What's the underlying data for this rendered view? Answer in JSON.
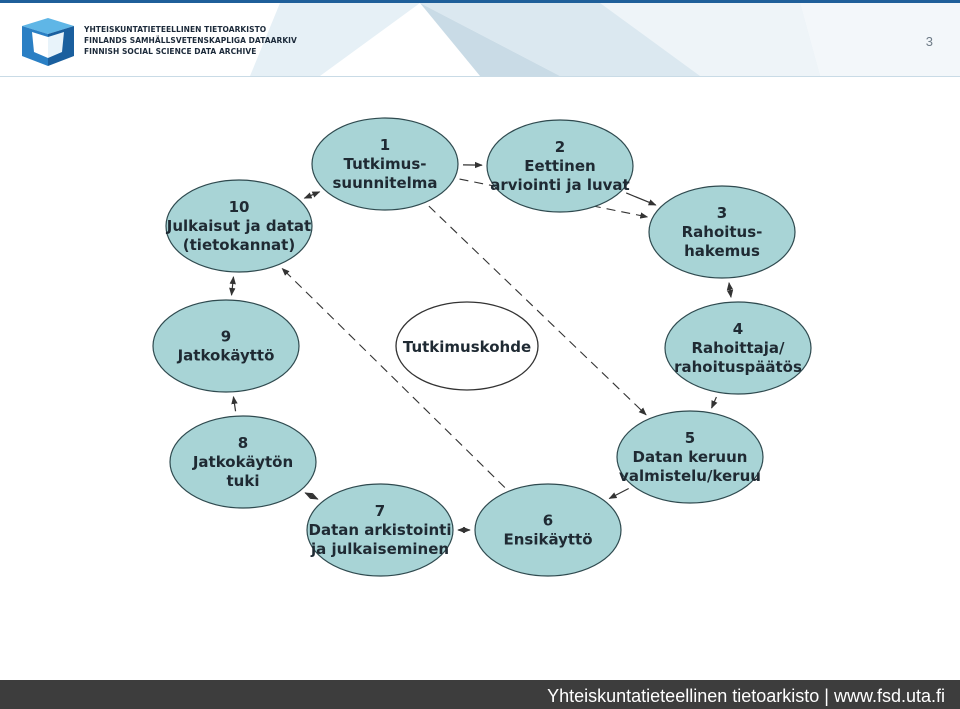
{
  "header": {
    "org_names": [
      "YHTEISKUNTATIETEELLINEN TIETOARKISTO",
      "FINLANDS SAMHÄLLSVETENSKAPLIGA DATAARKIV",
      "FINNISH SOCIAL SCIENCE DATA ARCHIVE"
    ],
    "page_number": "3",
    "logo_icon": "fsd-cube-logo-icon"
  },
  "diagram": {
    "center": {
      "label": "Tutkimuskohde"
    },
    "nodes": [
      {
        "id": 1,
        "number": "1",
        "lines": [
          "Tutkimus-",
          "suunnitelma"
        ]
      },
      {
        "id": 2,
        "number": "2",
        "lines": [
          "Eettinen",
          "arviointi ja luvat"
        ]
      },
      {
        "id": 3,
        "number": "3",
        "lines": [
          "Rahoitus-",
          "hakemus"
        ]
      },
      {
        "id": 4,
        "number": "4",
        "lines": [
          "Rahoittaja/",
          "rahoituspäätös"
        ]
      },
      {
        "id": 5,
        "number": "5",
        "lines": [
          "Datan keruun",
          "valmistelu/keruu"
        ]
      },
      {
        "id": 6,
        "number": "6",
        "lines": [
          "Ensikäyttö"
        ]
      },
      {
        "id": 7,
        "number": "7",
        "lines": [
          "Datan arkistointi",
          "ja julkaiseminen"
        ]
      },
      {
        "id": 8,
        "number": "8",
        "lines": [
          "Jatkokäytön",
          "tuki"
        ]
      },
      {
        "id": 9,
        "number": "9",
        "lines": [
          "Jatkokäyttö"
        ]
      },
      {
        "id": 10,
        "number": "10",
        "lines": [
          "Julkaisut ja datat",
          "(tietokannat)"
        ]
      }
    ],
    "edges": [
      {
        "from": 1,
        "to": 2,
        "style": "solid",
        "direction": "forward"
      },
      {
        "from": 2,
        "to": 3,
        "style": "solid",
        "direction": "forward"
      },
      {
        "from": 3,
        "to": 4,
        "style": "solid",
        "direction": "both"
      },
      {
        "from": 4,
        "to": 5,
        "style": "solid",
        "direction": "forward"
      },
      {
        "from": 5,
        "to": 6,
        "style": "solid",
        "direction": "forward"
      },
      {
        "from": 6,
        "to": 7,
        "style": "solid",
        "direction": "both"
      },
      {
        "from": 7,
        "to": 8,
        "style": "solid",
        "direction": "both"
      },
      {
        "from": 8,
        "to": 9,
        "style": "solid",
        "direction": "forward"
      },
      {
        "from": 9,
        "to": 10,
        "style": "solid",
        "direction": "both"
      },
      {
        "from": 10,
        "to": 1,
        "style": "solid",
        "direction": "both"
      },
      {
        "from": 1,
        "to": 3,
        "style": "dashed",
        "direction": "forward"
      },
      {
        "from": 1,
        "to": 5,
        "style": "dashed",
        "direction": "forward"
      },
      {
        "from": 6,
        "to": 10,
        "style": "dashed",
        "direction": "forward"
      }
    ],
    "colors": {
      "node_fill": "#a8d4d6",
      "node_stroke": "#2f4a4f",
      "center_fill": "#ffffff",
      "edge": "#333333"
    }
  },
  "footer": {
    "text": "Yhteiskuntatieteellinen tietoarkisto | www.fsd.uta.fi",
    "background": "#3d3d3d"
  }
}
